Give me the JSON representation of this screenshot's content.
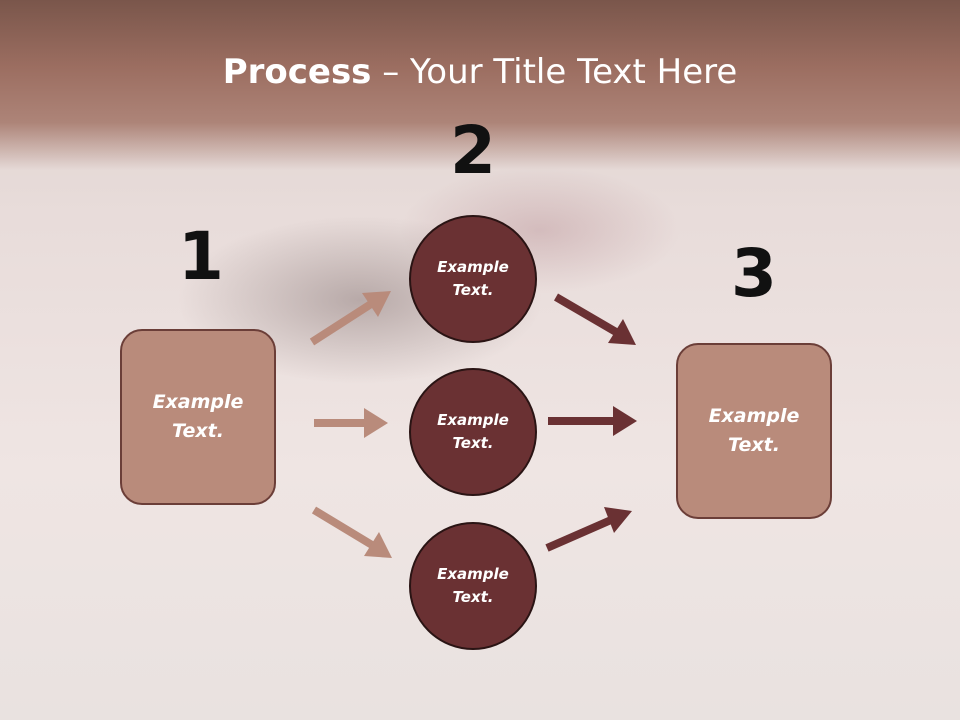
{
  "title": {
    "bold": "Process",
    "rest": " – Your Title Text Here"
  },
  "steps": [
    "1",
    "2",
    "3"
  ],
  "boxes": {
    "left": "Example Text.",
    "right": "Example Text."
  },
  "circles": [
    "Example Text.",
    "Example Text.",
    "Example Text."
  ],
  "colors": {
    "light_arrow": "#b98b7b",
    "dark_arrow": "#6a3133",
    "circle_fill": "#6a3133",
    "box_fill": "#b98b7b"
  }
}
